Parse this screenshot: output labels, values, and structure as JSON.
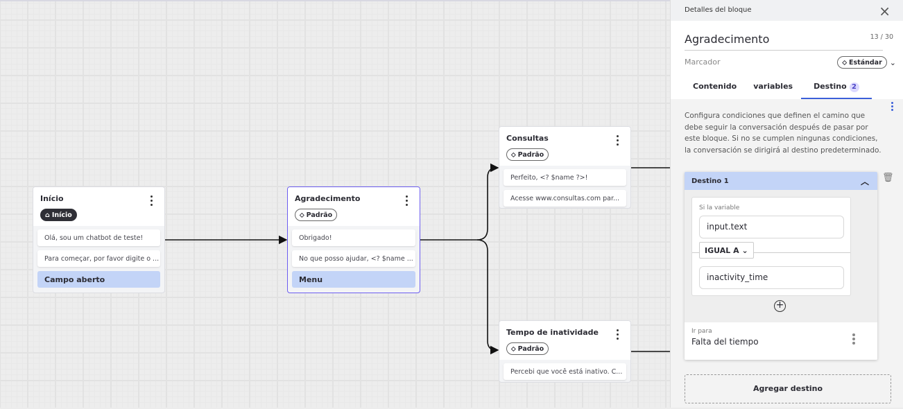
{
  "canvas": {
    "nodes": [
      {
        "title": "Início",
        "tag": "Início",
        "tag_icon": "home-icon",
        "messages": [
          "Olá, sou um chatbot de teste!",
          "Para começar, por favor digite o ..."
        ],
        "option": "Campo aberto"
      },
      {
        "title": "Agradecimento",
        "tag": "Padrão",
        "tag_icon": "tag-icon",
        "messages": [
          "Obrigado!",
          "No que posso ajudar, <? $name ..."
        ],
        "option": "Menu"
      },
      {
        "title": "Consultas",
        "tag": "Padrão",
        "tag_icon": "tag-icon",
        "messages": [
          "Perfeito, <? $name ?>!",
          "Acesse www.consultas.com par..."
        ]
      },
      {
        "title": "Tempo de inatividade",
        "tag": "Padrão",
        "tag_icon": "tag-icon",
        "messages": [
          "Percebi que você está inativo. C..."
        ]
      }
    ]
  },
  "panel": {
    "header": "Detalles del bloque",
    "name": "Agradecimento",
    "char_count": "13 / 30",
    "marker_label": "Marcador",
    "marker_value": "Estándar",
    "tabs": [
      {
        "label": "Contenido"
      },
      {
        "label": "variables"
      },
      {
        "label": "Destino",
        "badge": "2"
      }
    ],
    "description": "Configura condiciones que definen el camino que debe seguir la conversación después de pasar por este bloque. Si no se cumplen ningunas condiciones, la conversación se dirigirá al destino predeterminado.",
    "destination": {
      "title": "Destino 1",
      "variable_label": "Si la variable",
      "variable": "input.text",
      "operator": "IGUAL A",
      "value": "inactivity_time",
      "goto_label": "Ir para",
      "goto_value": "Falta del tiempo"
    },
    "add_button": "Agregar destino"
  },
  "colors": {
    "accent": "#3b5fd9",
    "selected_border": "#6b5cf0",
    "option_bg": "#c3d4f7"
  }
}
